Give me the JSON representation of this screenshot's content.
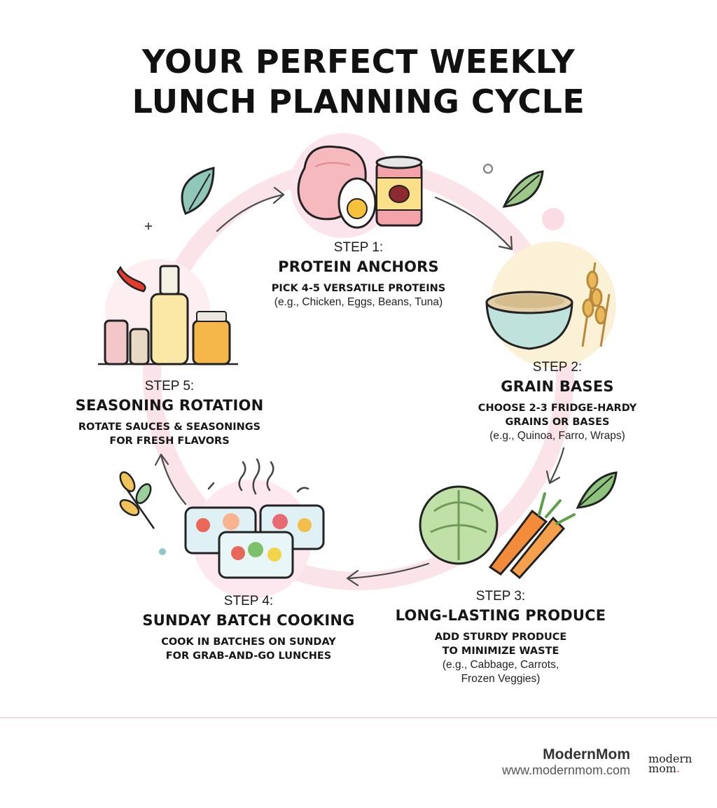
{
  "title": {
    "line1": "YOUR PERFECT WEEKLY",
    "line2": "LUNCH PLANNING CYCLE"
  },
  "steps": [
    {
      "label": "STEP 1:",
      "name": "PROTEIN ANCHORS",
      "description": [
        "PICK 4-5 VERSATILE PROTEINS"
      ],
      "example": [
        "(e.g., Chicken, Eggs, Beans, Tuna)"
      ],
      "icons": [
        "chicken-breast-icon",
        "boiled-egg-icon",
        "bean-can-icon"
      ]
    },
    {
      "label": "STEP 2:",
      "name": "GRAIN BASES",
      "description": [
        "CHOOSE 2-3 FRIDGE-HARDY",
        "GRAINS OR BASES"
      ],
      "example": [
        "(e.g., Quinoa, Farro, Wraps)"
      ],
      "icons": [
        "grain-bowl-icon",
        "wheat-icon"
      ]
    },
    {
      "label": "STEP 3:",
      "name": "LONG-LASTING PRODUCE",
      "description": [
        "ADD STURDY PRODUCE",
        "TO MINIMIZE WASTE"
      ],
      "example": [
        "(e.g., Cabbage, Carrots,",
        "Frozen Veggies)"
      ],
      "icons": [
        "cabbage-icon",
        "carrot-icon"
      ]
    },
    {
      "label": "STEP 4:",
      "name": "SUNDAY BATCH COOKING",
      "description": [
        "COOK IN BATCHES ON SUNDAY",
        "FOR GRAB-AND-GO LUNCHES"
      ],
      "example": [],
      "icons": [
        "meal-prep-containers-icon",
        "steam-icon"
      ]
    },
    {
      "label": "STEP 5:",
      "name": "SEASONING ROTATION",
      "description": [
        "ROTATE SAUCES & SEASONINGS",
        "FOR FRESH FLAVORS"
      ],
      "example": [],
      "icons": [
        "spice-bottles-icon",
        "chili-pepper-icon"
      ]
    }
  ],
  "footer": {
    "brand": "ModernMom",
    "url": "www.modernmom.com",
    "logo_line1": "modern",
    "logo_line2": "mom",
    "logo_dot": "."
  },
  "colors": {
    "cycle_ring": "#fbe3ea",
    "arrow": "#4a4a4a",
    "accent_pink": "#f4a9bd",
    "leaf_green": "#8fc49a",
    "footer_rule": "#f7d9e2"
  }
}
